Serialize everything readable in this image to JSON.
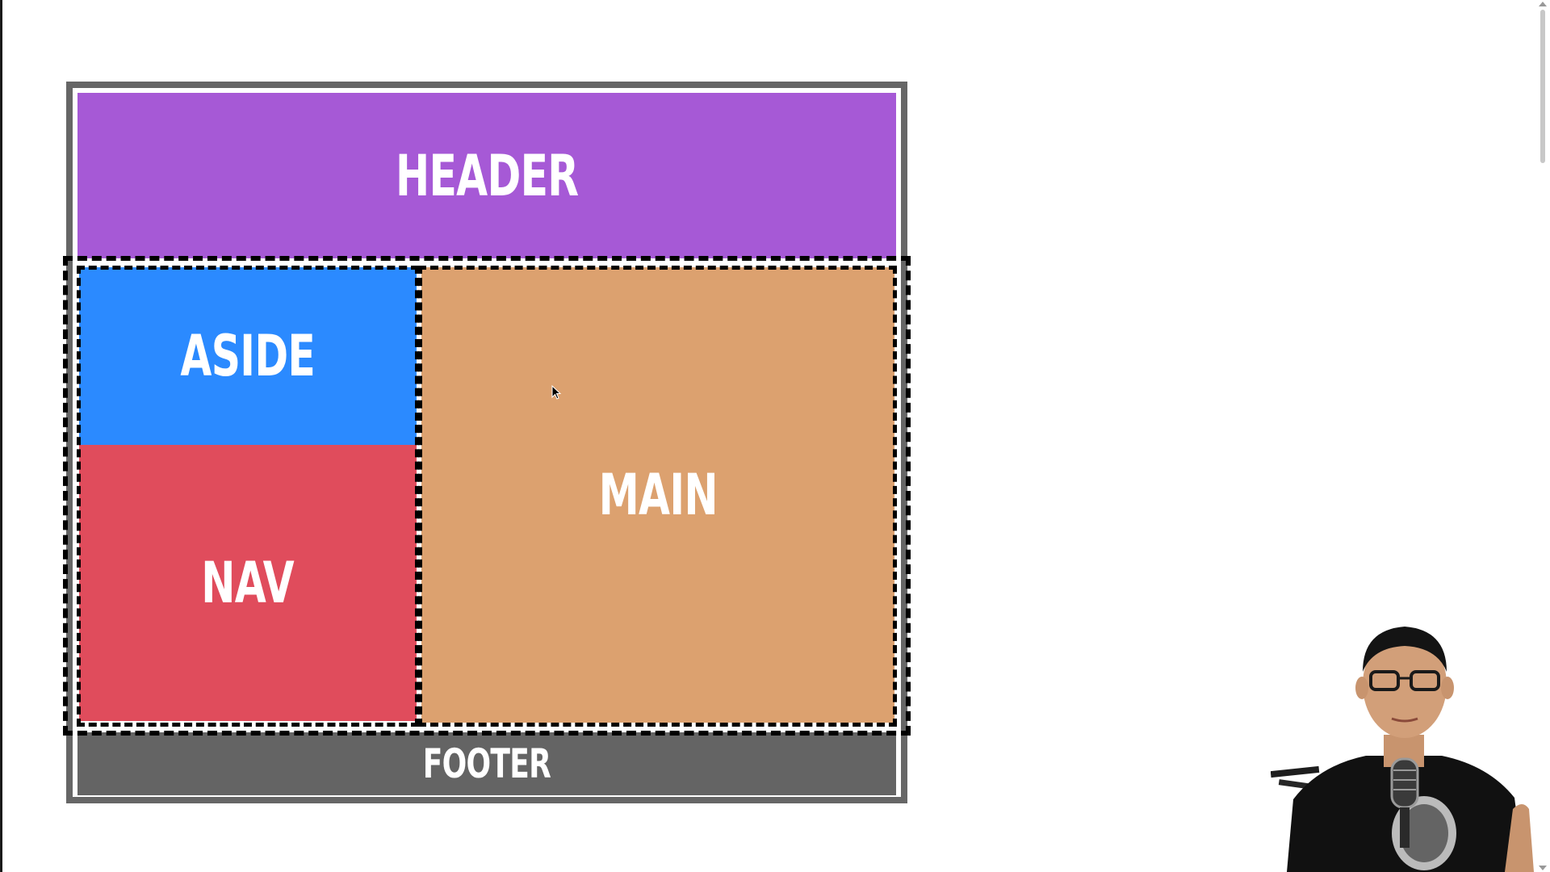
{
  "layout_demo": {
    "header_label": "HEADER",
    "aside_label": "ASIDE",
    "nav_label": "NAV",
    "main_label": "MAIN",
    "footer_label": "FOOTER"
  },
  "colors": {
    "header": "#a659d6",
    "aside": "#2b8aff",
    "nav": "#e04c5c",
    "main": "#dca16f",
    "footer": "#646464",
    "container_border": "#666666",
    "dashed_outline": "#000000"
  },
  "icons": {
    "cursor": "arrow-cursor-icon",
    "scroll_up": "scroll-up-arrow-icon",
    "scroll_down": "scroll-down-arrow-icon"
  }
}
